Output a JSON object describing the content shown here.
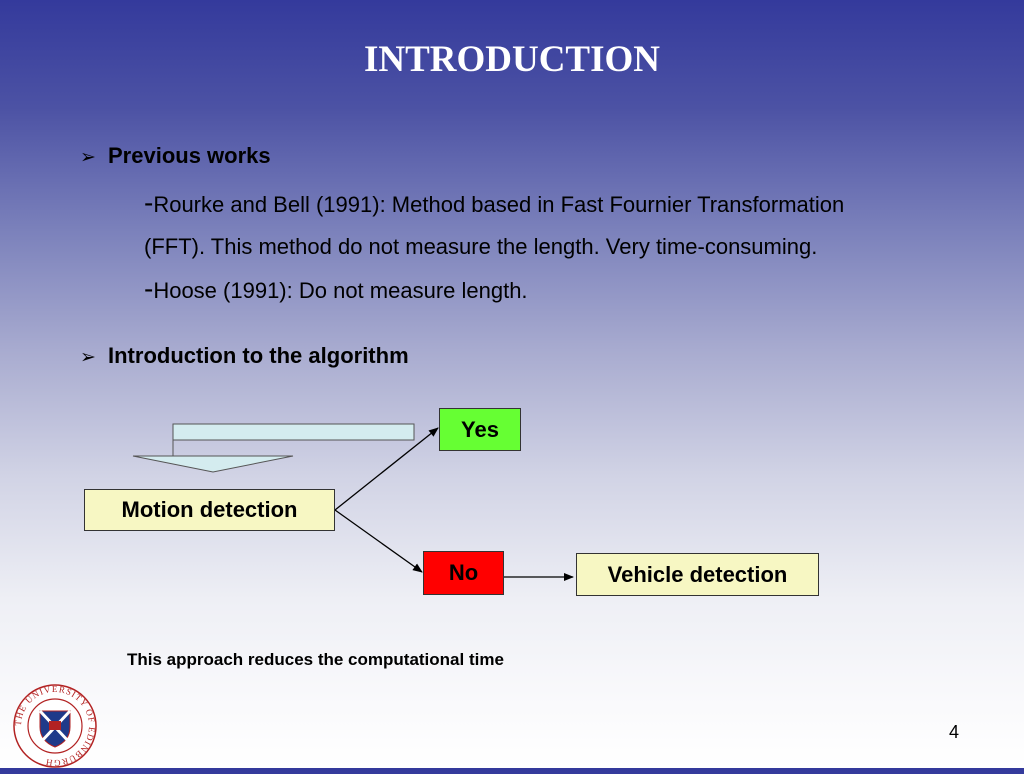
{
  "slide": {
    "title": "INTRODUCTION",
    "page_number": "4"
  },
  "section_previous": {
    "heading": "Previous works",
    "items": [
      {
        "dash": "-",
        "line1": "Rourke and Bell (1991): Method based in Fast Fournier Transformation",
        "line2": "(FFT). This method do not measure the length. Very time-consuming."
      },
      {
        "dash": "-",
        "line1": "Hoose (1991): Do not measure length."
      }
    ]
  },
  "section_algorithm": {
    "heading": "Introduction to the algorithm"
  },
  "flowchart": {
    "motion_detection": "Motion detection",
    "yes": "Yes",
    "no": "No",
    "vehicle_detection": "Vehicle detection",
    "colors": {
      "motion_box": "#f7f7c3",
      "vehicle_box": "#f7f7c3",
      "yes_box": "#66ff33",
      "no_box": "#ff0000",
      "feedback_arrow": "#d4ecef"
    }
  },
  "footer_note": "This approach reduces the computational time",
  "logo": {
    "icon": "university-crest-icon",
    "text": "THE UNIVERSITY OF EDINBURGH"
  }
}
